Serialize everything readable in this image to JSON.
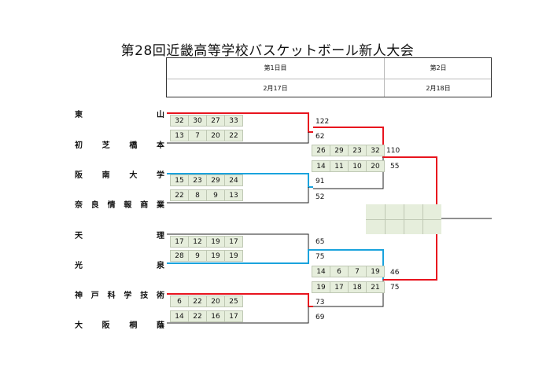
{
  "title": "第28回近畿高等学校バスケットボール新人大会",
  "schedule": {
    "day1": "第1日目",
    "day2": "第2日",
    "date1": "2月17日",
    "date2": "2月18日"
  },
  "teams": [
    {
      "name": "東山",
      "chars": [
        "東",
        "山"
      ]
    },
    {
      "name": "初芝橋本",
      "chars": [
        "初",
        "芝",
        "橋",
        "本"
      ]
    },
    {
      "name": "阪南大学",
      "chars": [
        "阪",
        "南",
        "大",
        "学"
      ]
    },
    {
      "name": "奈良情報商業",
      "chars": [
        "奈",
        "良",
        "情",
        "報",
        "商",
        "業"
      ]
    },
    {
      "name": "天理",
      "chars": [
        "天",
        "理"
      ]
    },
    {
      "name": "光泉",
      "chars": [
        "光",
        "泉"
      ]
    },
    {
      "name": "神戸科学技術",
      "chars": [
        "神",
        "戸",
        "科",
        "学",
        "技",
        "術"
      ]
    },
    {
      "name": "大阪桐蔭",
      "chars": [
        "大",
        "阪",
        "桐",
        "蔭"
      ]
    }
  ],
  "round1": [
    {
      "top_quarters": [
        "32",
        "30",
        "27",
        "33"
      ],
      "bottom_quarters": [
        "13",
        "7",
        "20",
        "22"
      ],
      "top_total": "122",
      "bottom_total": "62",
      "winner": "top"
    },
    {
      "top_quarters": [
        "15",
        "23",
        "29",
        "24"
      ],
      "bottom_quarters": [
        "22",
        "8",
        "9",
        "13"
      ],
      "top_total": "91",
      "bottom_total": "52",
      "winner": "top"
    },
    {
      "top_quarters": [
        "17",
        "12",
        "19",
        "17"
      ],
      "bottom_quarters": [
        "28",
        "9",
        "19",
        "19"
      ],
      "top_total": "65",
      "bottom_total": "75",
      "winner": "bottom"
    },
    {
      "top_quarters": [
        "6",
        "22",
        "20",
        "25"
      ],
      "bottom_quarters": [
        "14",
        "22",
        "16",
        "17"
      ],
      "top_total": "73",
      "bottom_total": "69",
      "winner": "top"
    }
  ],
  "round2": [
    {
      "top_quarters": [
        "26",
        "29",
        "23",
        "32"
      ],
      "bottom_quarters": [
        "14",
        "11",
        "10",
        "20"
      ],
      "top_total": "110",
      "bottom_total": "55",
      "winner": "top"
    },
    {
      "top_quarters": [
        "14",
        "6",
        "7",
        "19"
      ],
      "bottom_quarters": [
        "19",
        "17",
        "18",
        "21"
      ],
      "top_total": "46",
      "bottom_total": "75",
      "winner": "bottom"
    }
  ],
  "colors": {
    "win_red": "#e8141e",
    "win_blue": "#1aa3dd",
    "lose": "#222222",
    "cell_fill": "#e6eedc"
  }
}
